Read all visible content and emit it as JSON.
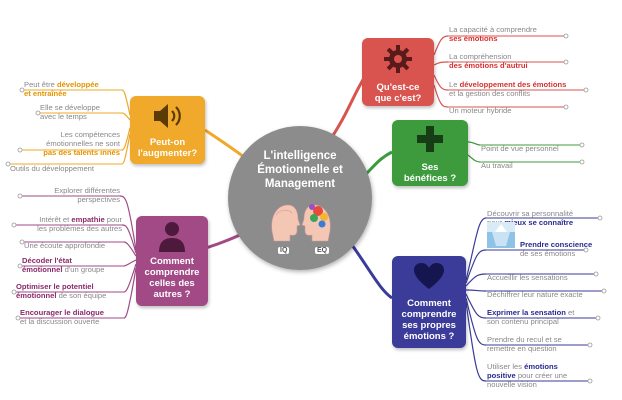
{
  "center": {
    "title": "L'intelligence\nÉmotionnelle et\nManagement",
    "iq_label": "IQ",
    "eq_label": "EQ"
  },
  "colors": {
    "red": "#d9534f",
    "green": "#3d9b3d",
    "blue": "#3b3b9a",
    "purple": "#a24a86",
    "orange": "#f0a92a",
    "grey": "#8c8c8c",
    "highlight_red": "#d43030",
    "highlight_navy": "#2a2a90",
    "highlight_purple": "#8a2a6a",
    "highlight_orange": "#e39300"
  },
  "nodes": {
    "quest": {
      "label": "Qu'est-ce\nque c'est?",
      "icon": "gear-icon"
    },
    "benef": {
      "label": "Ses\nbénéfices ?",
      "icon": "plus-icon"
    },
    "propres": {
      "label": "Comment\ncomprendre\nses propres\némotions ?",
      "icon": "heart-icon"
    },
    "autres": {
      "label": "Comment\ncomprendre\ncelles des\nautres ?",
      "icon": "person-icon"
    },
    "augmenter": {
      "label": "Peut-on\nl'augmenter?",
      "icon": "speaker-icon"
    }
  },
  "leaves": {
    "quest": [
      {
        "a": "La capacité à comprendre\n",
        "h": "ses émotions",
        "b": ""
      },
      {
        "a": "La compréhension\n",
        "h": "des émotions d'autrui",
        "b": ""
      },
      {
        "a": "Le ",
        "h": "développement des émotions",
        "b": "\net la gestion des conflits"
      },
      {
        "a": "Un moteur hybride",
        "h": "",
        "b": ""
      }
    ],
    "benef": [
      {
        "a": "Point de vue personnel",
        "h": "",
        "b": ""
      },
      {
        "a": "Au travail",
        "h": "",
        "b": ""
      }
    ],
    "propres": [
      {
        "a": "Découvrir sa personnalité\npour ",
        "h": "mieux se connaître",
        "b": ""
      },
      {
        "a": "",
        "h": "Prendre conscience",
        "b": "\nde ses émotions"
      },
      {
        "a": "Accueillir les sensations",
        "h": "",
        "b": ""
      },
      {
        "a": "Déchiffrer leur nature exacte",
        "h": "",
        "b": ""
      },
      {
        "a": "",
        "h": "Exprimer la sensation",
        "b": " et\nson contenu principal"
      },
      {
        "a": "Prendre du recul et se\nremettre en question",
        "h": "",
        "b": ""
      },
      {
        "a": "Utiliser les ",
        "h": "émotions\npositive",
        "b": " pour créer une\nnouvelle vision"
      }
    ],
    "autres": [
      {
        "a": "Explorer différentes\nperspectives",
        "h": "",
        "b": ""
      },
      {
        "a": "Intérêt et ",
        "h": "empathie",
        "b": " pour\nles problèmes des autres"
      },
      {
        "a": "Une écoute approfondie",
        "h": "",
        "b": ""
      },
      {
        "a": "",
        "h": "Décoder l'état\némotionnel",
        "b": " d'un groupe"
      },
      {
        "a": "",
        "h": "Optimiser le potentiel\némotionnel",
        "b": " de son équipe"
      },
      {
        "a": "",
        "h": "Encourager le dialogue",
        "b": "\net la discussion ouverte"
      }
    ],
    "augmenter": [
      {
        "a": "Peut être ",
        "h": "développée\net entraînée",
        "b": ""
      },
      {
        "a": "Elle se développe\navec le temps",
        "h": "",
        "b": ""
      },
      {
        "a": "Les compétences\némotionnelles ne sont\n",
        "h": "pas des talents innés",
        "b": ""
      },
      {
        "a": "Outils du développement",
        "h": "",
        "b": ""
      }
    ]
  }
}
